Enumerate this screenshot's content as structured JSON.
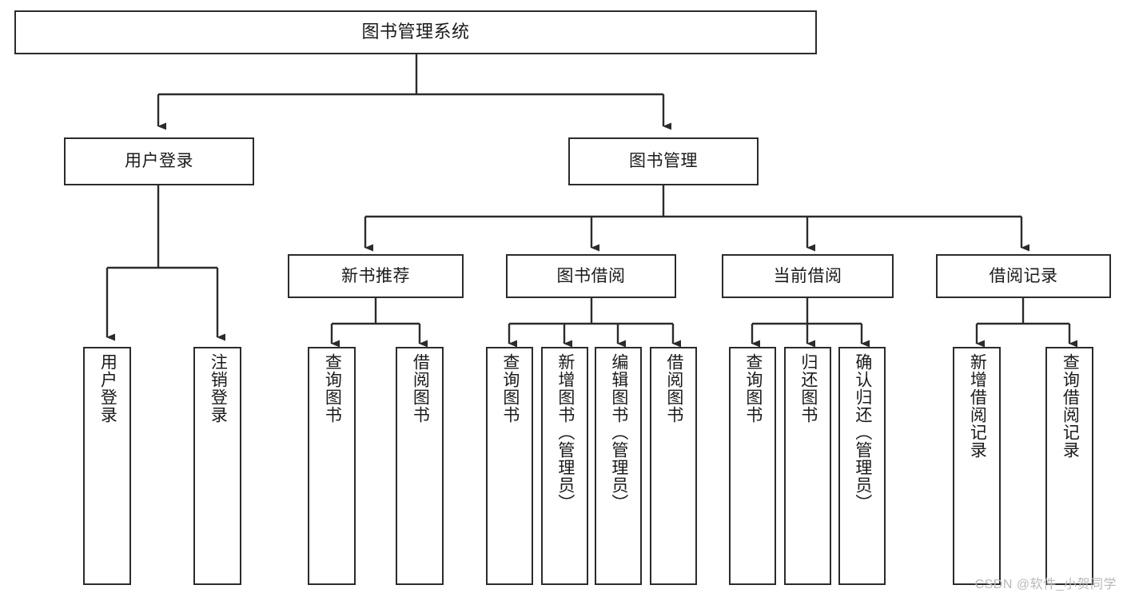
{
  "diagram": {
    "title": "图书管理系统",
    "type": "tree",
    "colors": {
      "box_border": "#2b2b2b",
      "box_fill": "#ffffff",
      "edge": "#2b2b2b",
      "text": "#1a1a1a",
      "watermark": "#b9b9b9",
      "background": "#ffffff"
    }
  },
  "root": {
    "label": "图书管理系统"
  },
  "level2": [
    {
      "id": "user-login",
      "label": "用户登录"
    },
    {
      "id": "book-manage",
      "label": "图书管理"
    }
  ],
  "level3": [
    {
      "id": "new-book-recommend",
      "label": "新书推荐"
    },
    {
      "id": "book-borrow",
      "label": "图书借阅"
    },
    {
      "id": "current-borrow",
      "label": "当前借阅"
    },
    {
      "id": "borrow-record",
      "label": "借阅记录"
    }
  ],
  "leaves": {
    "user_login": [
      {
        "id": "leaf-user-login",
        "label": "用户登录"
      },
      {
        "id": "leaf-logout-login",
        "label": "注销登录"
      }
    ],
    "new_book_recommend": [
      {
        "id": "leaf-query-book-1",
        "label": "查询图书"
      },
      {
        "id": "leaf-borrow-book-1",
        "label": "借阅图书"
      }
    ],
    "book_borrow": [
      {
        "id": "leaf-query-book-2",
        "label": "查询图书"
      },
      {
        "id": "leaf-add-book",
        "label": "新增图书（管理员）"
      },
      {
        "id": "leaf-edit-book",
        "label": "编辑图书（管理员）"
      },
      {
        "id": "leaf-borrow-book-2",
        "label": "借阅图书"
      }
    ],
    "current_borrow": [
      {
        "id": "leaf-query-book-3",
        "label": "查询图书"
      },
      {
        "id": "leaf-return-book",
        "label": "归还图书"
      },
      {
        "id": "leaf-confirm-return",
        "label": "确认归还（管理员）"
      }
    ],
    "borrow_record": [
      {
        "id": "leaf-add-borrow-record",
        "label": "新增借阅记录"
      },
      {
        "id": "leaf-query-borrow-record",
        "label": "查询借阅记录"
      }
    ]
  },
  "watermark": {
    "text": "CSDN @软件_小贺同学"
  }
}
